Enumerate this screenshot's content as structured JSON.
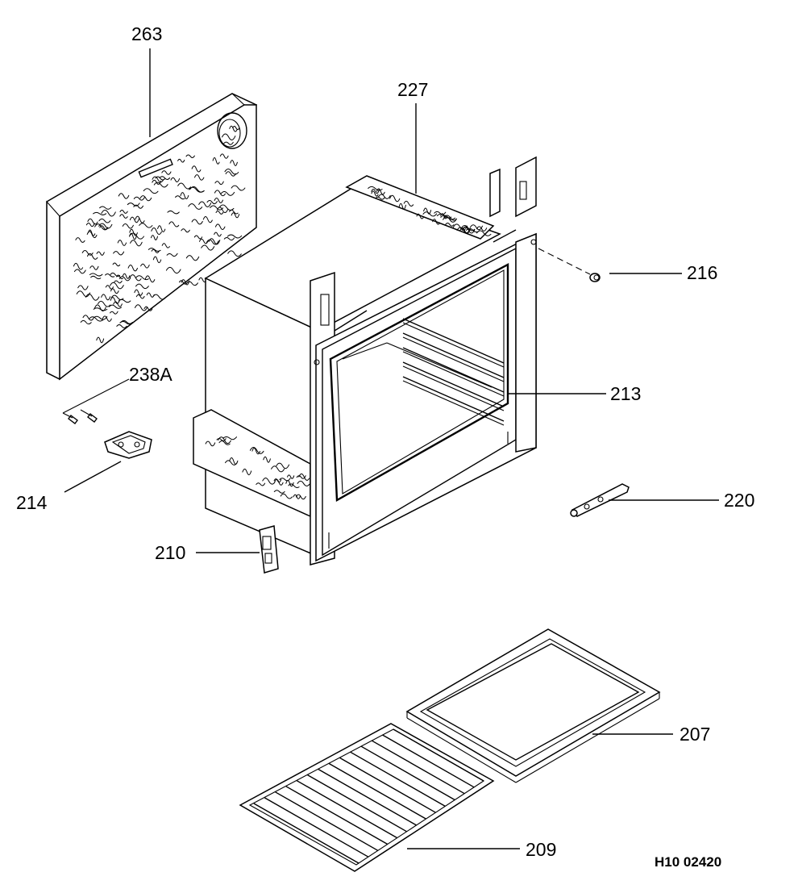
{
  "diagram": {
    "parts": [
      {
        "id": "263",
        "label": "263",
        "name": "back-insulation-panel"
      },
      {
        "id": "227",
        "label": "227",
        "name": "top-insulation"
      },
      {
        "id": "216",
        "label": "216",
        "name": "screw-216"
      },
      {
        "id": "213",
        "label": "213",
        "name": "oven-cavity"
      },
      {
        "id": "238A",
        "label": "238A",
        "name": "screw-set-238a"
      },
      {
        "id": "214",
        "label": "214",
        "name": "bracket-214"
      },
      {
        "id": "220",
        "label": "220",
        "name": "hinge-220"
      },
      {
        "id": "210",
        "label": "210",
        "name": "hinge-bracket-210"
      },
      {
        "id": "207",
        "label": "207",
        "name": "baking-tray"
      },
      {
        "id": "209",
        "label": "209",
        "name": "oven-grid"
      }
    ],
    "drawing_code": "H10 02420",
    "line_color": "#000000",
    "background_color": "#ffffff"
  }
}
